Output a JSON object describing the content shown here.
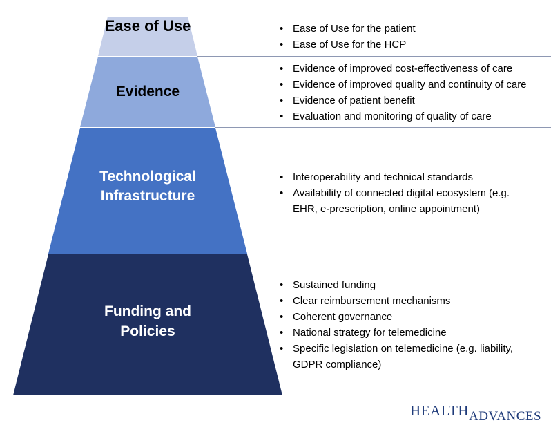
{
  "tiers": [
    {
      "label": "Ease of Use",
      "color": "#c5cfe9",
      "text_color": "#000000",
      "bullets": [
        "Ease of Use for the patient",
        "Ease of Use for the HCP"
      ]
    },
    {
      "label": "Evidence",
      "color": "#8ea9dc",
      "text_color": "#000000",
      "bullets": [
        "Evidence of improved cost-effectiveness of care",
        "Evidence of improved quality and continuity of care",
        "Evidence of patient benefit",
        "Evaluation and monitoring of quality of care"
      ]
    },
    {
      "label": "Technological Infrastructure",
      "color": "#4472c4",
      "text_color": "#ffffff",
      "bullets": [
        "Interoperability and technical standards",
        "Availability of connected digital ecosystem (e.g. EHR, e-prescription, online appointment)"
      ]
    },
    {
      "label": "Funding and Policies",
      "color": "#1f3060",
      "text_color": "#ffffff",
      "bullets": [
        "Sustained funding",
        "Clear reimbursement mechanisms",
        "Coherent governance",
        "National strategy for telemedicine",
        "Specific legislation on telemedicine (e.g. liability, GDPR compliance)"
      ]
    }
  ],
  "logo": {
    "part1": "HEALTH",
    "part2": "ADVANCES",
    "color": "#1f3b7a"
  },
  "divider_color": "#8e98b3"
}
